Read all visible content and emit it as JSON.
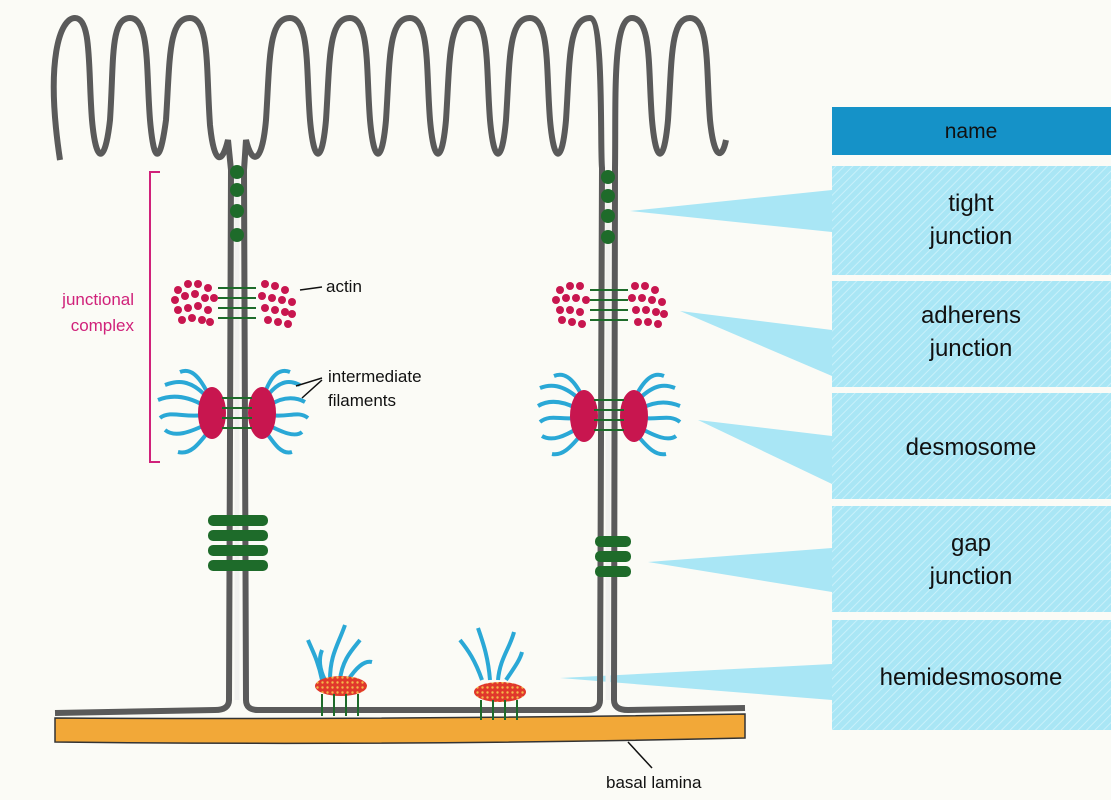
{
  "table": {
    "header": "name",
    "rows": [
      [
        "tight",
        "junction"
      ],
      [
        "adherens",
        "junction"
      ],
      [
        "desmosome"
      ],
      [
        "gap",
        "junction"
      ],
      [
        "hemidesmosome"
      ]
    ]
  },
  "labels": {
    "junctional_complex": [
      "junctional",
      "complex"
    ],
    "actin": "actin",
    "intermediate_filaments": [
      "intermediate",
      "filaments"
    ],
    "basal_lamina": "basal lamina"
  },
  "colors": {
    "membrane": "#5a5a5a",
    "table_header": "#1592c8",
    "table_cell": "#a9e6f5",
    "actin": "#c8164f",
    "filament": "#2aa8d6",
    "plaque": "#c8164f",
    "gap_junction": "#1e6b2a",
    "basal_lamina": "#f2a838",
    "hemi_plaque": "#e0382b"
  }
}
